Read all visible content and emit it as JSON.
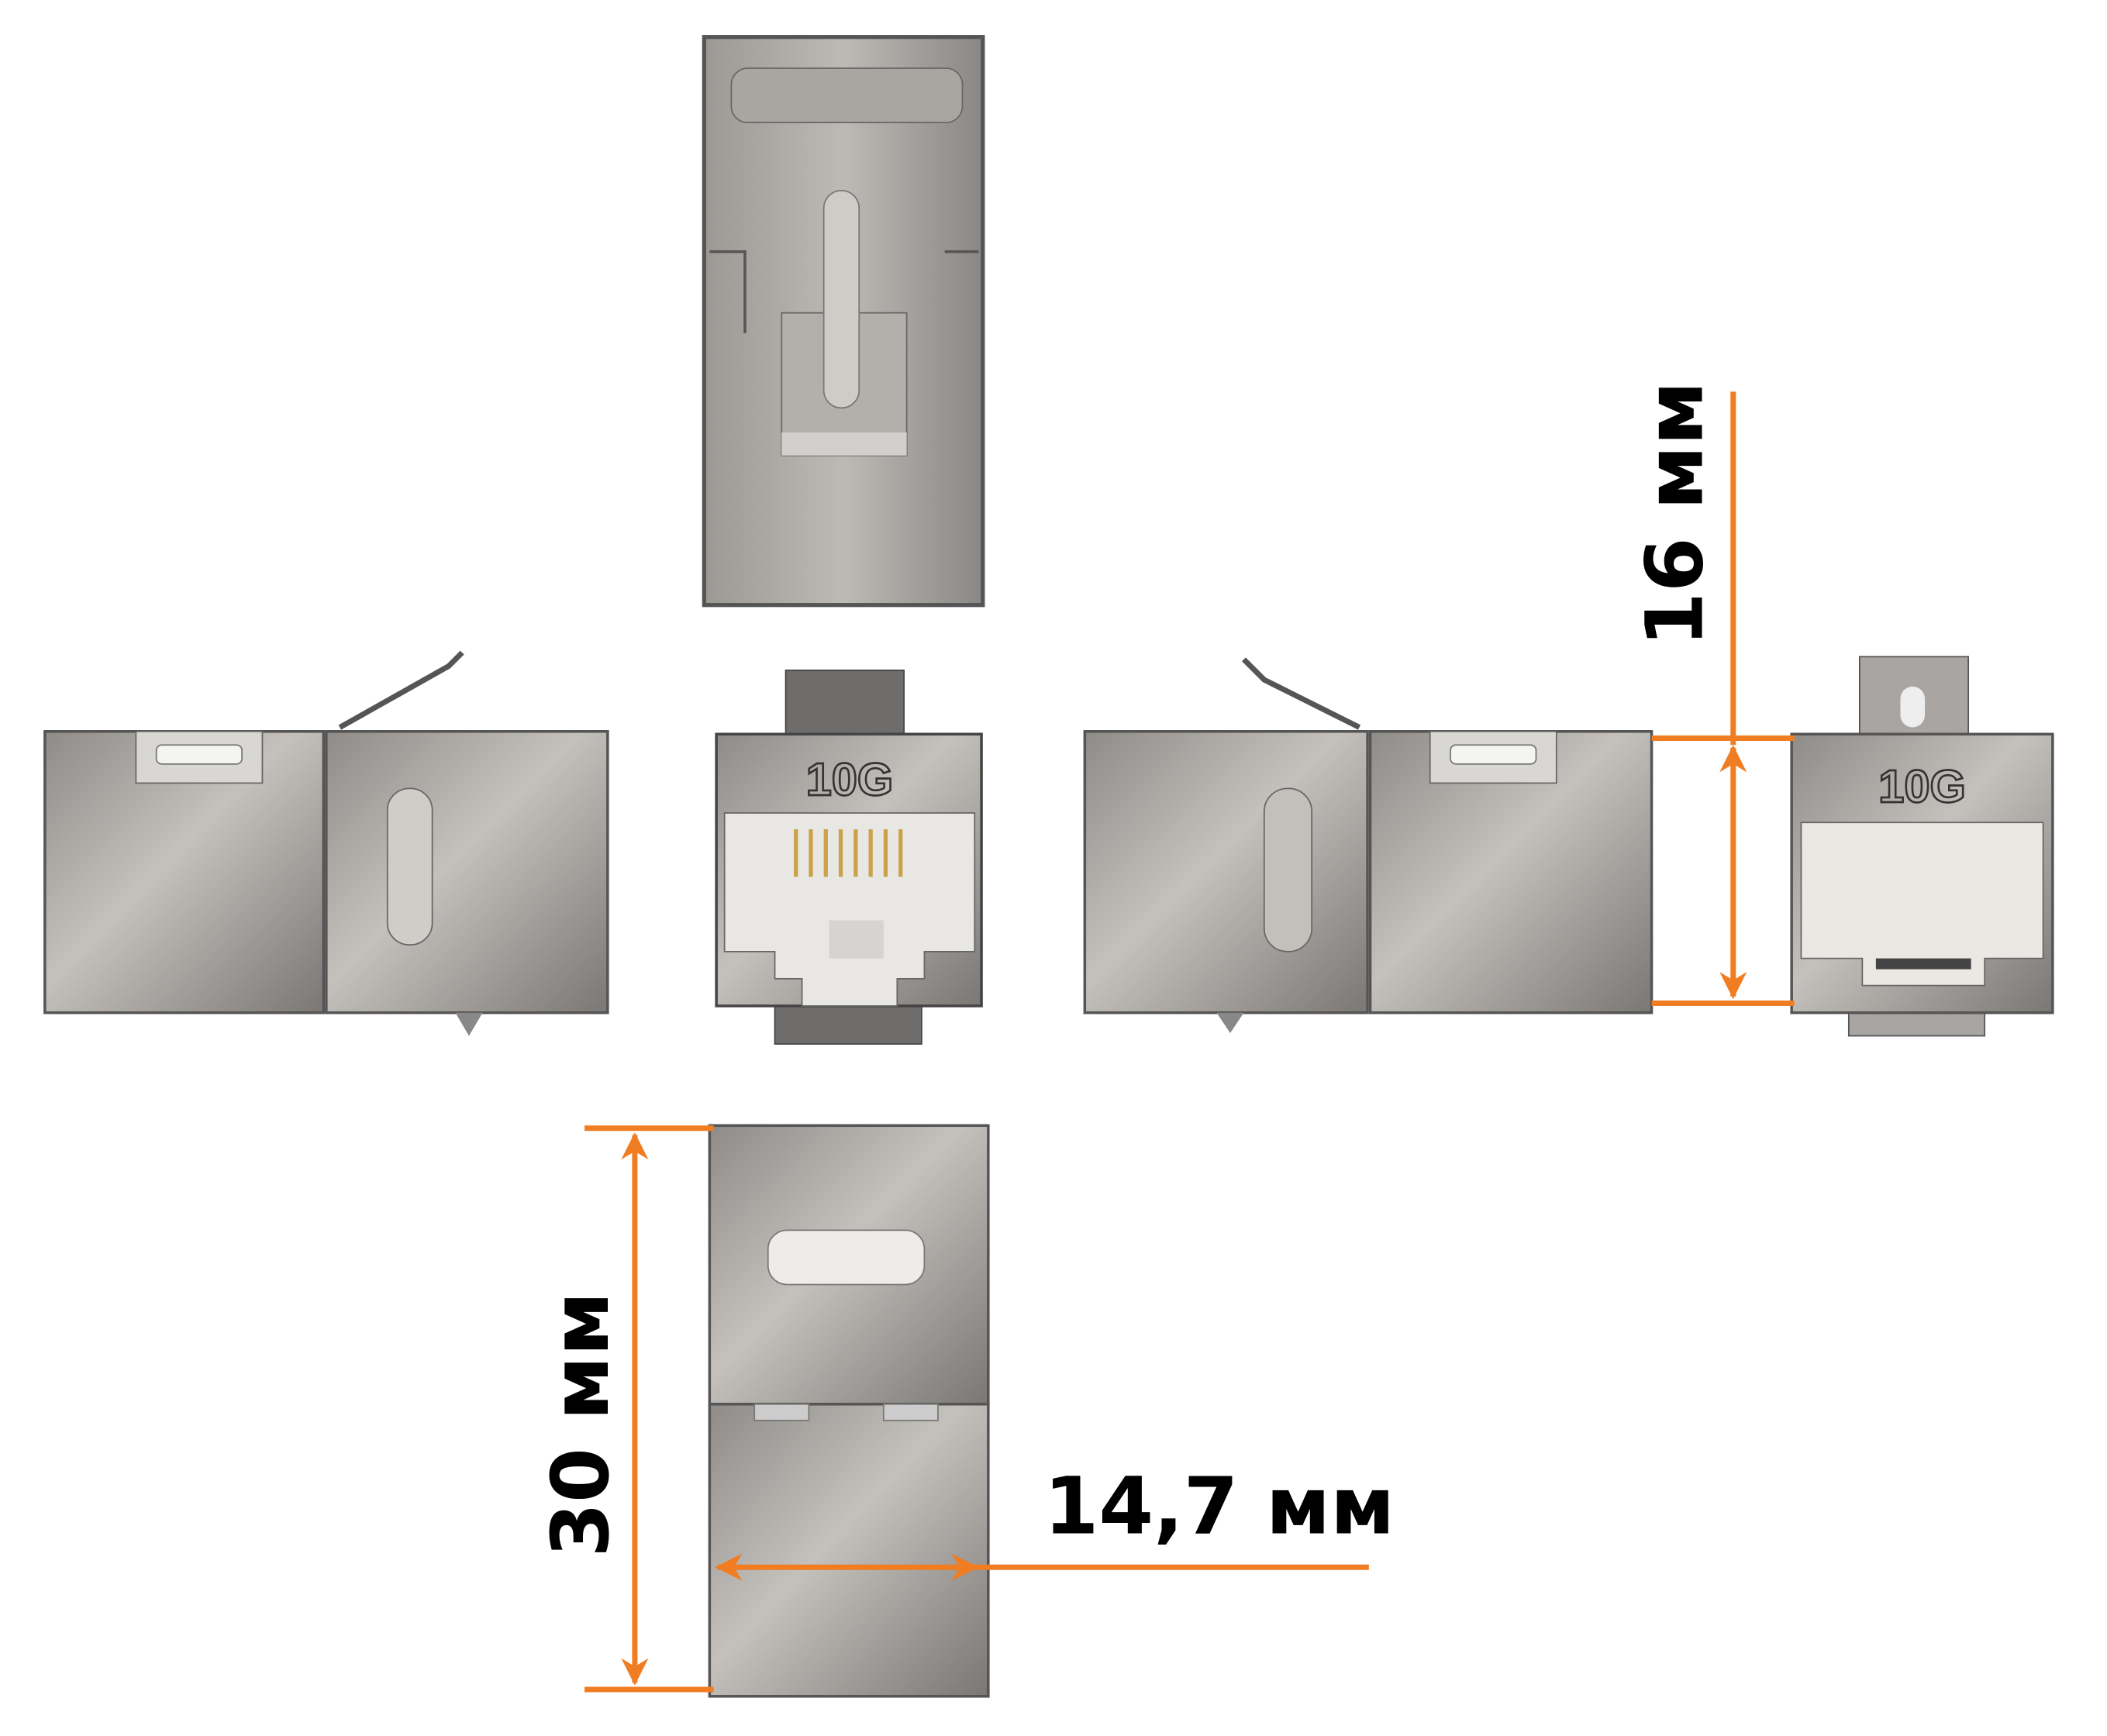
{
  "product": {
    "badge_text": "10G"
  },
  "dimensions": {
    "height_label": "16 мм",
    "length_label": "30 мм",
    "width_label": "14,7 мм"
  },
  "colors": {
    "dimension_line": "#f07d22",
    "metal_light": "#b9b6b2",
    "metal_dark": "#7d7a77",
    "insert_white": "#e9e7e4",
    "contact_gold": "#c9a24a"
  }
}
